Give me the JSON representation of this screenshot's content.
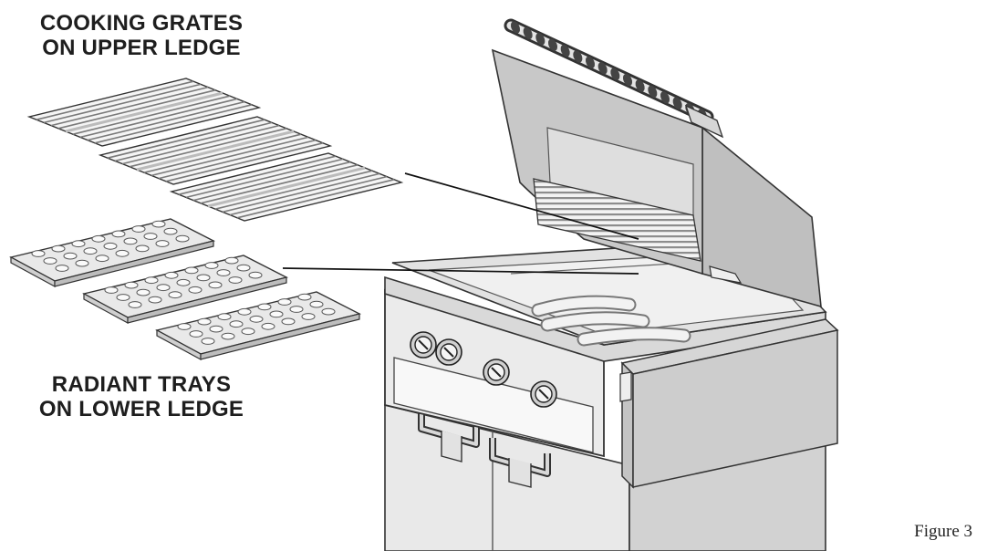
{
  "callouts": {
    "grates_line1": "COOKING GRATES",
    "grates_line2": "ON UPPER LEDGE",
    "trays_line1": "RADIANT TRAYS",
    "trays_line2": "ON LOWER LEDGE"
  },
  "figure_label": "Figure 3",
  "parts": {
    "cooking_grates": 3,
    "radiant_trays": 3,
    "control_knobs": 4,
    "door_handles": 2
  },
  "colors": {
    "ink": "#1e1e1e",
    "steel_light": "#f2f2f2",
    "steel_mid": "#dcdcdc",
    "steel_dark": "#bdbdbd",
    "leader_line": "#111111"
  }
}
